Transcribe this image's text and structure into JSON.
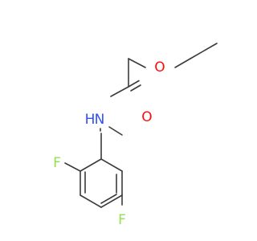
{
  "molecule": {
    "atoms": {
      "oxygen_ether": {
        "symbol": "O",
        "color": "#ff0d0d"
      },
      "oxygen_carbonyl": {
        "symbol": "O",
        "color": "#ff0d0d"
      },
      "nitrogen_amide": {
        "symbol": "N",
        "color": "#3050f8"
      },
      "hydrogen_amide": {
        "symbol": "H",
        "color": "#3050f8"
      },
      "fluorine_ortho": {
        "symbol": "F",
        "color": "#90e050"
      },
      "fluorine_para": {
        "symbol": "F",
        "color": "#90e050"
      }
    },
    "bond_color": "#3b3b3b",
    "background": "#ffffff"
  }
}
